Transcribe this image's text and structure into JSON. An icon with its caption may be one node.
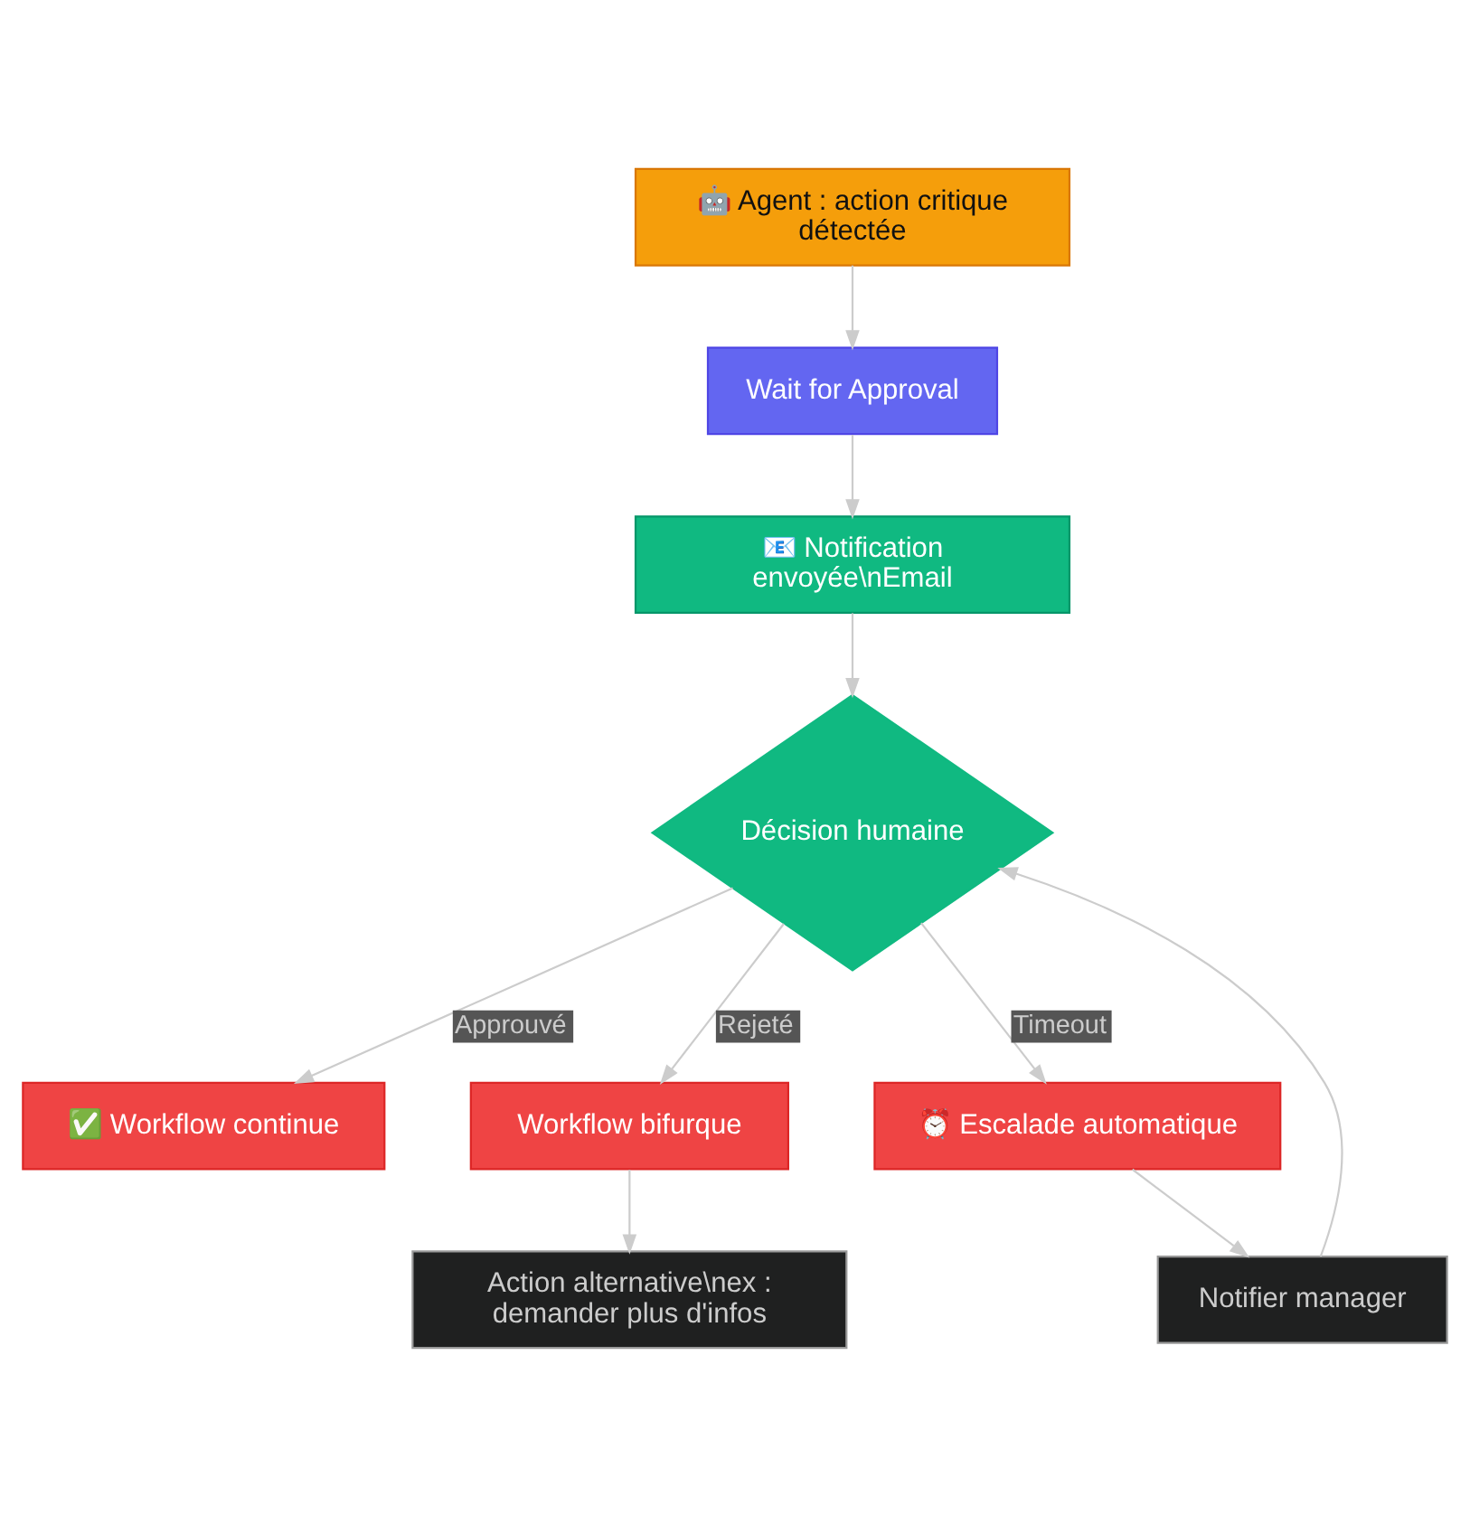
{
  "diagram": {
    "nodes": [
      {
        "text": [
          "🤖 Agent : action critique détectée"
        ]
      },
      {
        "text": [
          "Wait for Approval"
        ]
      },
      {
        "text": [
          "📧 Notification envoyée\\nEmail"
        ]
      },
      {
        "text": [
          "Décision humaine"
        ]
      },
      {
        "text": [
          "✅ Workflow continue"
        ]
      },
      {
        "text": [
          "Workflow bifurque"
        ]
      },
      {
        "text": [
          "⏰ Escalade automatique"
        ]
      },
      {
        "text": [
          "Action alternative\\nex : demander plus d'infos"
        ]
      },
      {
        "text": [
          "Notifier manager"
        ]
      }
    ],
    "edges": [
      {
        "from": 0,
        "to": 1,
        "arrow": "to"
      },
      {
        "from": 1,
        "to": 2,
        "arrow": "to"
      },
      {
        "from": 2,
        "to": 3,
        "arrow": "to"
      },
      {
        "from": 3,
        "to": 4,
        "arrow": "to",
        "label": "Approuvé"
      },
      {
        "from": 3,
        "to": 5,
        "arrow": "to",
        "label": "Rejeté"
      },
      {
        "from": 3,
        "to": 6,
        "arrow": "to",
        "label": "Timeout"
      },
      {
        "from": 5,
        "to": 7,
        "arrow": "to"
      },
      {
        "from": 6,
        "to": 8,
        "arrow": "to"
      },
      {
        "from": 8,
        "to": 3,
        "arrow": "to"
      }
    ]
  }
}
